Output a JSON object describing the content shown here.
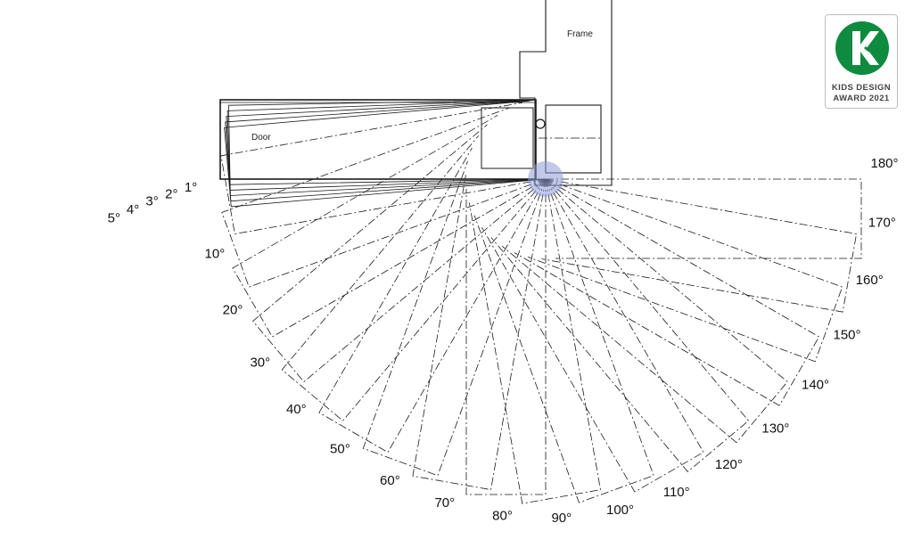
{
  "labels": {
    "frame": "Frame",
    "door": "Door"
  },
  "badge": {
    "line1": "KIDS DESIGN",
    "line2": "AWARD 2021",
    "brand_color": "#0e8b3e"
  },
  "colors": {
    "line": "#1a1a1a",
    "pivot": "#8f9ad6"
  },
  "door_positions": [
    {
      "angle": 1,
      "label": "1°"
    },
    {
      "angle": 2,
      "label": "2°"
    },
    {
      "angle": 3,
      "label": "3°"
    },
    {
      "angle": 4,
      "label": "4°"
    },
    {
      "angle": 5,
      "label": "5°"
    },
    {
      "angle": 10,
      "label": "10°"
    },
    {
      "angle": 20,
      "label": "20°"
    },
    {
      "angle": 30,
      "label": "30°"
    },
    {
      "angle": 40,
      "label": "40°"
    },
    {
      "angle": 50,
      "label": "50°"
    },
    {
      "angle": 60,
      "label": "60°"
    },
    {
      "angle": 70,
      "label": "70°"
    },
    {
      "angle": 80,
      "label": "80°"
    },
    {
      "angle": 90,
      "label": "90°"
    },
    {
      "angle": 100,
      "label": "100°"
    },
    {
      "angle": 110,
      "label": "110°"
    },
    {
      "angle": 120,
      "label": "120°"
    },
    {
      "angle": 130,
      "label": "130°"
    },
    {
      "angle": 140,
      "label": "140°"
    },
    {
      "angle": 150,
      "label": "150°"
    },
    {
      "angle": 160,
      "label": "160°"
    },
    {
      "angle": 170,
      "label": "170°"
    },
    {
      "angle": 180,
      "label": "180°"
    }
  ]
}
